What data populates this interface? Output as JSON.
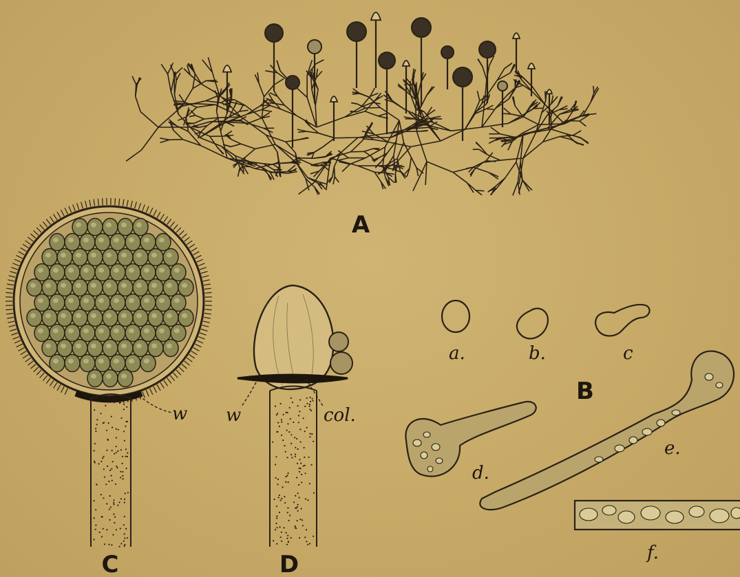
{
  "figure": {
    "panels": {
      "A": {
        "label": "A"
      },
      "B": {
        "label": "B"
      },
      "C": {
        "label": "C"
      },
      "D": {
        "label": "D"
      }
    },
    "annotations": {
      "w_c": "w",
      "w_d": "w",
      "col": "col.",
      "a": "a.",
      "b": "b.",
      "c": "c",
      "d": "d.",
      "e": "e.",
      "f": "f."
    },
    "colors": {
      "paper": "#c9ad6b",
      "ink": "#2a2116",
      "spore_fill": "#8d8a55"
    }
  }
}
